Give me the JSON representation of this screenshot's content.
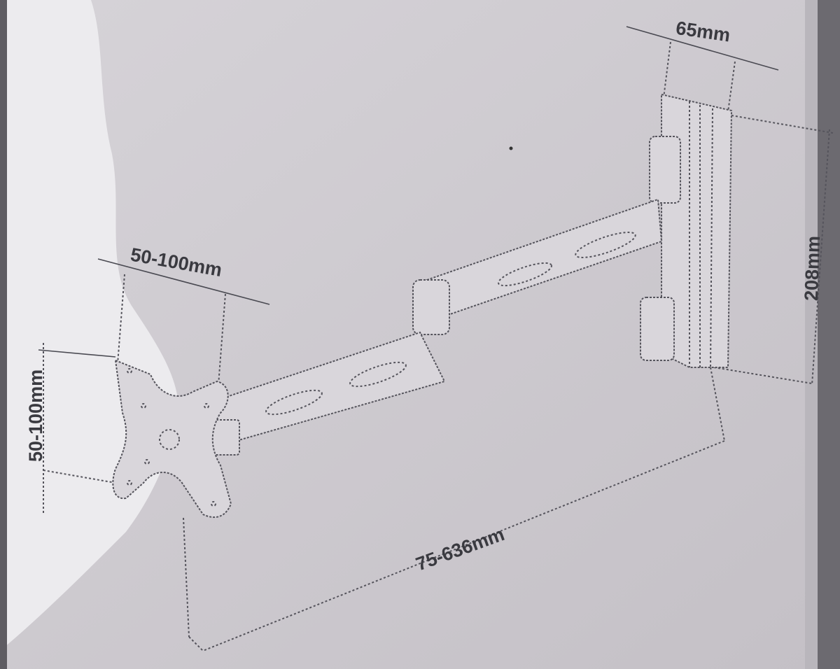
{
  "diagram": {
    "title_hidden": null,
    "labels": {
      "depth": "65mm",
      "height": "208mm",
      "vesa_width": "50-100mm",
      "vesa_height": "50-100mm",
      "extension": "75-636mm"
    },
    "colors": {
      "paper": "#cdc9cf",
      "ink": "#3a3a40",
      "highlight": "#f1f0f2"
    }
  }
}
